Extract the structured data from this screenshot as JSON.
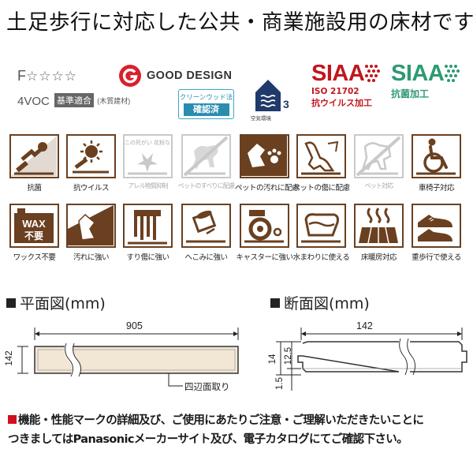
{
  "headline": "土足歩行に対応した公共・商業施設用の床材です。",
  "certs": {
    "fstar_prefix": "F",
    "fstar_stars": "☆☆☆☆",
    "voc_prefix": "4VOC",
    "voc_box": "基準適合",
    "voc_note": "(木質建材)",
    "good_design": "GOOD DESIGN",
    "cleanwood_top": "クリーンウッド法",
    "cleanwood_bottom": "確認済",
    "house_caption": "空気環境",
    "house_number": "3",
    "siaa1_logo": "SIAA",
    "siaa1_iso": "ISO 21702",
    "siaa1_label": "抗ウイルス加工",
    "siaa2_logo": "SIAA",
    "siaa2_label": "抗菌加工",
    "colors": {
      "brown": "#6a4020",
      "siaa_red": "#c2161e",
      "siaa_green": "#2e9a72",
      "cleanwood_blue": "#2a8db0",
      "house_navy": "#1f3a6b"
    }
  },
  "icons_row1": [
    {
      "label": "抗菌",
      "icon": "antibacterial-icon",
      "active": true
    },
    {
      "label": "抗ウイルス",
      "icon": "antivirus-icon",
      "active": true
    },
    {
      "label": "アレル物質抑制",
      "icon": "allergen-icon",
      "active": false,
      "inner_text": "ダニの死がい 花粉など"
    },
    {
      "label": "ペットのすべりに配慮",
      "icon": "pet-slip-icon",
      "active": false
    },
    {
      "label": "ペットの汚れに配慮",
      "icon": "pet-stain-icon",
      "active": true
    },
    {
      "label": "ペットの傷に配慮",
      "icon": "pet-scratch-icon",
      "active": true
    },
    {
      "label": "ペット対応",
      "icon": "pet-friendly-icon",
      "active": false
    },
    {
      "label": "車椅子対応",
      "icon": "wheelchair-icon",
      "active": true
    }
  ],
  "icons_row2": [
    {
      "label": "ワックス不要",
      "icon": "no-wax-icon",
      "active": true,
      "inner_text_1": "WAX",
      "inner_text_2": "不要"
    },
    {
      "label": "汚れに強い",
      "icon": "stain-resistant-icon",
      "active": true
    },
    {
      "label": "すり傷に強い",
      "icon": "scratch-resistant-icon",
      "active": true
    },
    {
      "label": "へこみに強い",
      "icon": "dent-resistant-icon",
      "active": true
    },
    {
      "label": "キャスターに強い",
      "icon": "caster-resistant-icon",
      "active": true
    },
    {
      "label": "水まわりに使える",
      "icon": "water-area-icon",
      "active": true
    },
    {
      "label": "床暖房対応",
      "icon": "floor-heating-icon",
      "active": true
    },
    {
      "label": "重歩行で使える",
      "icon": "heavy-walking-icon",
      "active": true
    }
  ],
  "plan": {
    "title": "平面図(mm)",
    "length": "905",
    "width": "142",
    "callout": "四辺面取り"
  },
  "section": {
    "title": "断面図(mm)",
    "width": "142",
    "thickness": "14",
    "upper": "12.5",
    "lower": "1.5"
  },
  "note": {
    "line1": "機能・性能マークの詳細及び、ご使用にあたりご注意・ご理解いただきたいことに",
    "line2": "つきましてはPanasonicメーカーサイト及び、電子カタログにてご確認下さい。",
    "color": "#d01020"
  }
}
